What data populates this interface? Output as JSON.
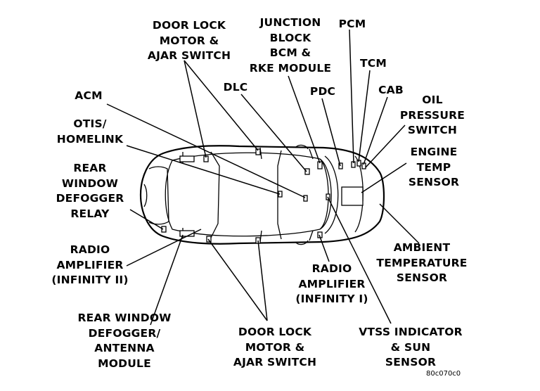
{
  "labels": {
    "door_lock_top": "DOOR LOCK\nMOTOR &\nAJAR SWITCH",
    "junction_block": "JUNCTION\nBLOCK\nBCM &\nRKE MODULE",
    "pcm": "PCM",
    "tcm": "TCM",
    "cab": "CAB",
    "dlc": "DLC",
    "pdc": "PDC",
    "acm": "ACM",
    "oil_pressure_switch": "OIL\nPRESSURE\nSWITCH",
    "otis_homelink": "OTIS/\nHOMELINK",
    "engine_temp_sensor": "ENGINE\nTEMP\nSENSOR",
    "rear_window_defogger_relay": "REAR\nWINDOW\nDEFOGGER\nRELAY",
    "radio_amplifier_left": "RADIO\nAMPLIFIER\n(INFINITY II)",
    "ambient_temperature_sensor": "AMBIENT\nTEMPERATURE\nSENSOR",
    "radio_amplifier_right": "RADIO\nAMPLIFIER\n(INFINITY I)",
    "rear_window_defogger_antenna": "REAR WINDOW\nDEFOGGER/\nANTENNA\nMODULE",
    "door_lock_bottom": "DOOR LOCK\nMOTOR &\nAJAR SWITCH",
    "vtss_sun_sensor": "VTSS INDICATOR\n& SUN\nSENSOR"
  },
  "figure_id": "80c070c0"
}
